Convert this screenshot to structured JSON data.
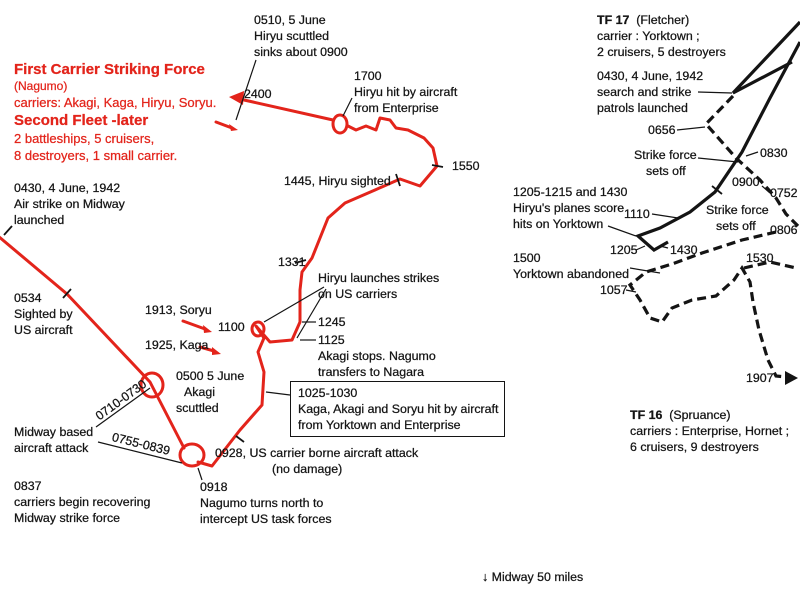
{
  "japanese_force": {
    "title": "First Carrier Striking Force",
    "commander": "(Nagumo)",
    "carriers": "carriers:  Akagi, Kaga, Hiryu, Soryu.",
    "second_fleet": "Second Fleet -later",
    "composition": [
      "2 battleships, 5 cruisers,",
      "8 destroyers, 1 small carrier."
    ]
  },
  "tf17": {
    "name": "TF 17",
    "commander": "(Fletcher)",
    "lines": [
      "carrier : Yorktown ;",
      "2 cruisers, 5 destroyers"
    ]
  },
  "tf16": {
    "name": "TF 16",
    "commander": "(Spruance)",
    "lines": [
      "carriers : Enterprise, Hornet ;",
      "6 cruisers, 9 destroyers"
    ]
  },
  "jp_events": {
    "midway_strike": [
      "0430, 4 June, 1942",
      "Air strike on Midway",
      "launched"
    ],
    "sighted": [
      "0534",
      "Sighted by",
      "US aircraft"
    ],
    "midway_attack": [
      "Midway based",
      "aircraft attack"
    ],
    "recovering": [
      "0837",
      "carriers begin recovering",
      "Midway strike force"
    ],
    "hiryu_scuttled": [
      "0510, 5 June",
      "Hiryu scuttled",
      "sinks about 0900"
    ],
    "time_2400": "2400",
    "hiryu_hit": [
      "1700",
      "Hiryu hit by aircraft",
      "from Enterprise"
    ],
    "time_1550": "1550",
    "hiryu_sighted": "1445, Hiryu sighted",
    "time_1331": "1331",
    "hiryu_launches": [
      "Hiryu launches strikes",
      "on US carriers"
    ],
    "soryu_sinks": "1913, Soryu",
    "time_1100": "1100",
    "time_1245": "1245",
    "kaga_sinks": "1925, Kaga",
    "akagi_stops": [
      "1125",
      "Akagi stops. Nagumo",
      "transfers to Nagara"
    ],
    "akagi_scuttled": [
      "0500  5 June",
      "Akagi",
      "scuttled"
    ],
    "carriers_hit": [
      "1025-1030",
      "Kaga, Akagi and Soryu hit by aircraft",
      "from Yorktown and Enterprise"
    ],
    "us_carrier_attack": [
      "0928, US carrier borne aircraft attack",
      "(no damage)"
    ],
    "nagumo_turns": [
      "0918",
      "Nagumo turns north to",
      "intercept US task forces"
    ],
    "attack_window_1": "0710-0730",
    "attack_window_2": "0755-0839"
  },
  "us_events": {
    "patrols": [
      "0430, 4 June, 1942",
      "search and strike",
      "patrols launched"
    ],
    "time_0656": "0656",
    "time_0830": "0830",
    "strike_tf17": [
      "Strike force",
      "sets off"
    ],
    "time_0900": "0900",
    "time_0752": "0752",
    "yorktown_hits": [
      "1205-1215 and 1430",
      "Hiryu's planes score",
      "hits on Yorktown"
    ],
    "time_1110": "1110",
    "strike_tf16": [
      "Strike force",
      "sets off"
    ],
    "time_0806": "0806",
    "time_1205": "1205",
    "time_1430": "1430",
    "time_1530": "1530",
    "yorktown_abandoned": [
      "1500",
      "Yorktown abandoned"
    ],
    "time_1057": "1057",
    "time_1907": "1907"
  },
  "scale_note": {
    "arrow": "↓",
    "text": "Midway 50 miles"
  },
  "colors": {
    "japanese_track": "#e3241b",
    "us_track": "#141414",
    "background": "#ffffff"
  }
}
